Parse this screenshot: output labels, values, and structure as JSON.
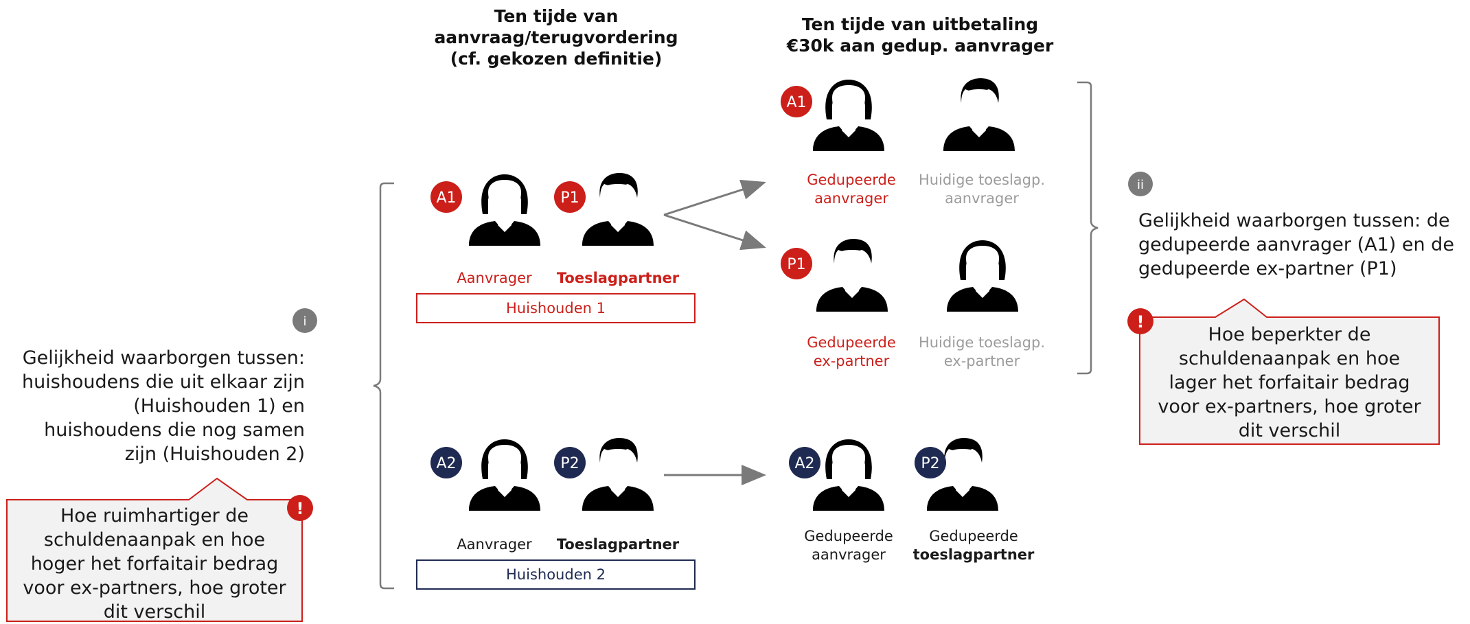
{
  "headers": {
    "at_application_line1": "Ten tijde van",
    "at_application_line2": "aanvraag/terugvordering",
    "at_application_line3": "(cf. gekozen definitie)",
    "at_payout_line1": "Ten tijde van uitbetaling",
    "at_payout_line2": "€30k aan gedup. aanvrager"
  },
  "household1": {
    "applicant_badge": "A1",
    "partner_badge": "P1",
    "applicant_label": "Aanvrager",
    "partner_label": "Toeslagpartner",
    "box_label": "Huishouden 1"
  },
  "household2": {
    "applicant_badge": "A2",
    "partner_badge": "P2",
    "applicant_label": "Aanvrager",
    "partner_label": "Toeslagpartner",
    "box_label": "Huishouden 2"
  },
  "payout_split": {
    "a1_badge": "A1",
    "a1_line1": "Gedupeerde",
    "a1_line2": "aanvrager",
    "a1_current_line1": "Huidige toeslagp.",
    "a1_current_line2": "aanvrager",
    "p1_badge": "P1",
    "p1_line1": "Gedupeerde",
    "p1_line2": "ex-partner",
    "p1_current_line1": "Huidige toeslagp.",
    "p1_current_line2": "ex-partner"
  },
  "payout_together": {
    "a2_badge": "A2",
    "a2_line1": "Gedupeerde",
    "a2_line2": "aanvrager",
    "p2_badge": "P2",
    "p2_line1": "Gedupeerde",
    "p2_line2": "toeslagpartner"
  },
  "left_note": {
    "marker": "i",
    "line1": "Gelijkheid waarborgen tussen:",
    "line2": "huishoudens die uit elkaar zijn",
    "line3": "(Huishouden 1) en",
    "line4": "huishoudens die nog samen",
    "line5": "zijn (Huishouden 2)"
  },
  "left_callout": {
    "marker": "!",
    "line1": "Hoe ruimhartiger de",
    "line2": "schuldenaanpak en hoe",
    "line3": "hoger het forfaitair bedrag",
    "line4": "voor ex-partners, hoe groter",
    "line5": "dit verschil"
  },
  "right_note": {
    "marker": "ii",
    "line1": "Gelijkheid waarborgen tussen: de",
    "line2": "gedupeerde aanvrager (A1) en de",
    "line3": "gedupeerde ex-partner (P1)"
  },
  "right_callout": {
    "marker": "!",
    "line1": "Hoe beperkter de",
    "line2": "schuldenaanpak en hoe",
    "line3": "lager het forfaitair bedrag",
    "line4": "voor ex-partners, hoe groter",
    "line5": "dit verschil"
  },
  "colors": {
    "red": "#cc1f1a",
    "dark_red": "#a8161a",
    "grey": "#b3b3b3",
    "navy": "#1e2a52",
    "teal": "#2f6e8c",
    "marker_grey": "#7a7a7a",
    "callout_bg": "#f2f2f2"
  }
}
